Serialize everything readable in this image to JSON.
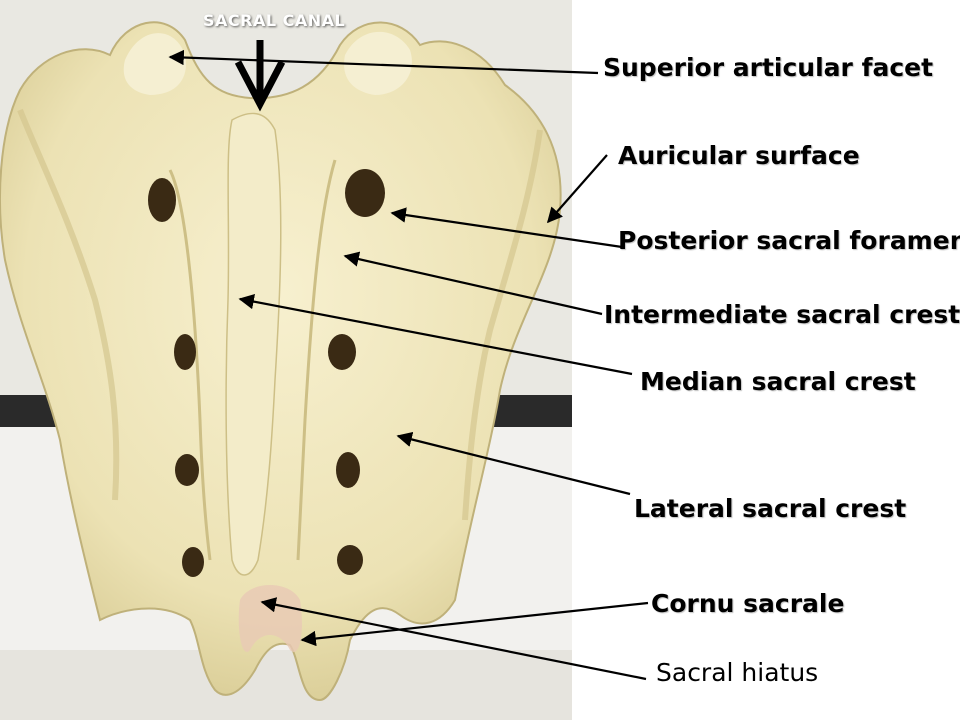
{
  "figure": {
    "canal_label": "SACRAL CANAL",
    "labels": {
      "superior_articular_facet": "Superior articular facet",
      "auricular_surface": "Auricular surface",
      "posterior_sacral_foramen": "Posterior sacral foramen",
      "intermediate_sacral_crest": "Intermediate sacral crest",
      "median_sacral_crest": "Median sacral crest",
      "lateral_sacral_crest": "Lateral sacral crest",
      "cornu_sacrale": "Cornu sacrale",
      "sacral_hiatus": "Sacral hiatus"
    },
    "colors": {
      "bone": "#efe6bd",
      "bone_shadow": "#c9bb85",
      "foramen": "#3a2a14",
      "backdrop": "#e9e8e2",
      "floor": "#f2f1ee",
      "dark_band": "#2a2a2a",
      "leader_line": "#000000"
    }
  }
}
